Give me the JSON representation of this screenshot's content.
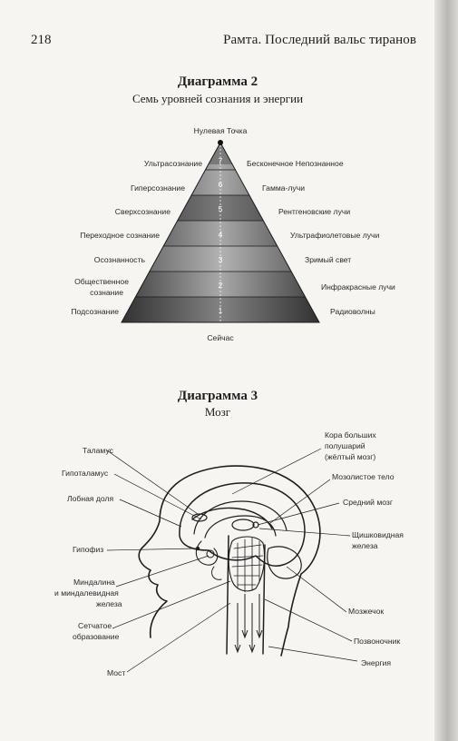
{
  "header": {
    "page_number": "218",
    "running_title": "Рамта. Последний вальс тиранов"
  },
  "diagram2": {
    "title": "Диаграмма 2",
    "subtitle": "Семь уровней сознания и энергии",
    "apex_label": "Нулевая Точка",
    "base_label": "Сейчас",
    "levels": [
      {
        "number": "7",
        "left": "Ультрасознание",
        "right": "Бесконечное Непознанное"
      },
      {
        "number": "6",
        "left": "Гиперсознание",
        "right": "Гамма-лучи"
      },
      {
        "number": "5",
        "left": "Сверхсознание",
        "right": "Рентгеновские лучи"
      },
      {
        "number": "4",
        "left": "Переходное сознание",
        "right": "Ультрафиолетовые лучи"
      },
      {
        "number": "3",
        "left": "Осознанность",
        "right": "Зримый свет"
      },
      {
        "number": "2",
        "left": "Общественное сознание",
        "left_line1": "Общественное",
        "left_line2": "сознание",
        "right": "Инфракрасные лучи"
      },
      {
        "number": "1",
        "left": "Подсознание",
        "right": "Радиоволны"
      }
    ]
  },
  "diagram3": {
    "title": "Диаграмма 3",
    "subtitle": "Мозг",
    "labels": {
      "thalamus": "Таламус",
      "hypothalamus": "Гипоталамус",
      "frontal_lobe": "Лобная доля",
      "pituitary": "Гипофиз",
      "amygdala_1": "Миндалина",
      "amygdala_2": "и миндалевидная",
      "amygdala_3": "железа",
      "reticular_1": "Сетчатое",
      "reticular_2": "образование",
      "pons": "Мост",
      "cortex_1": "Кора больших",
      "cortex_2": "полушарий",
      "cortex_3": "(жёлтый мозг)",
      "corpus_callosum": "Мозолистое тело",
      "midbrain": "Средний мозг",
      "thyroid_1": "Щишковидная",
      "thyroid_2": "железа",
      "cerebellum": "Мозжечок",
      "spine": "Позвоночник",
      "energy": "Энергия"
    }
  },
  "colors": {
    "ink": "#1e1e1e",
    "page": "#f6f5f2",
    "pyramid_dark": "#3a3a3a",
    "pyramid_light": "#a8a8a8"
  }
}
